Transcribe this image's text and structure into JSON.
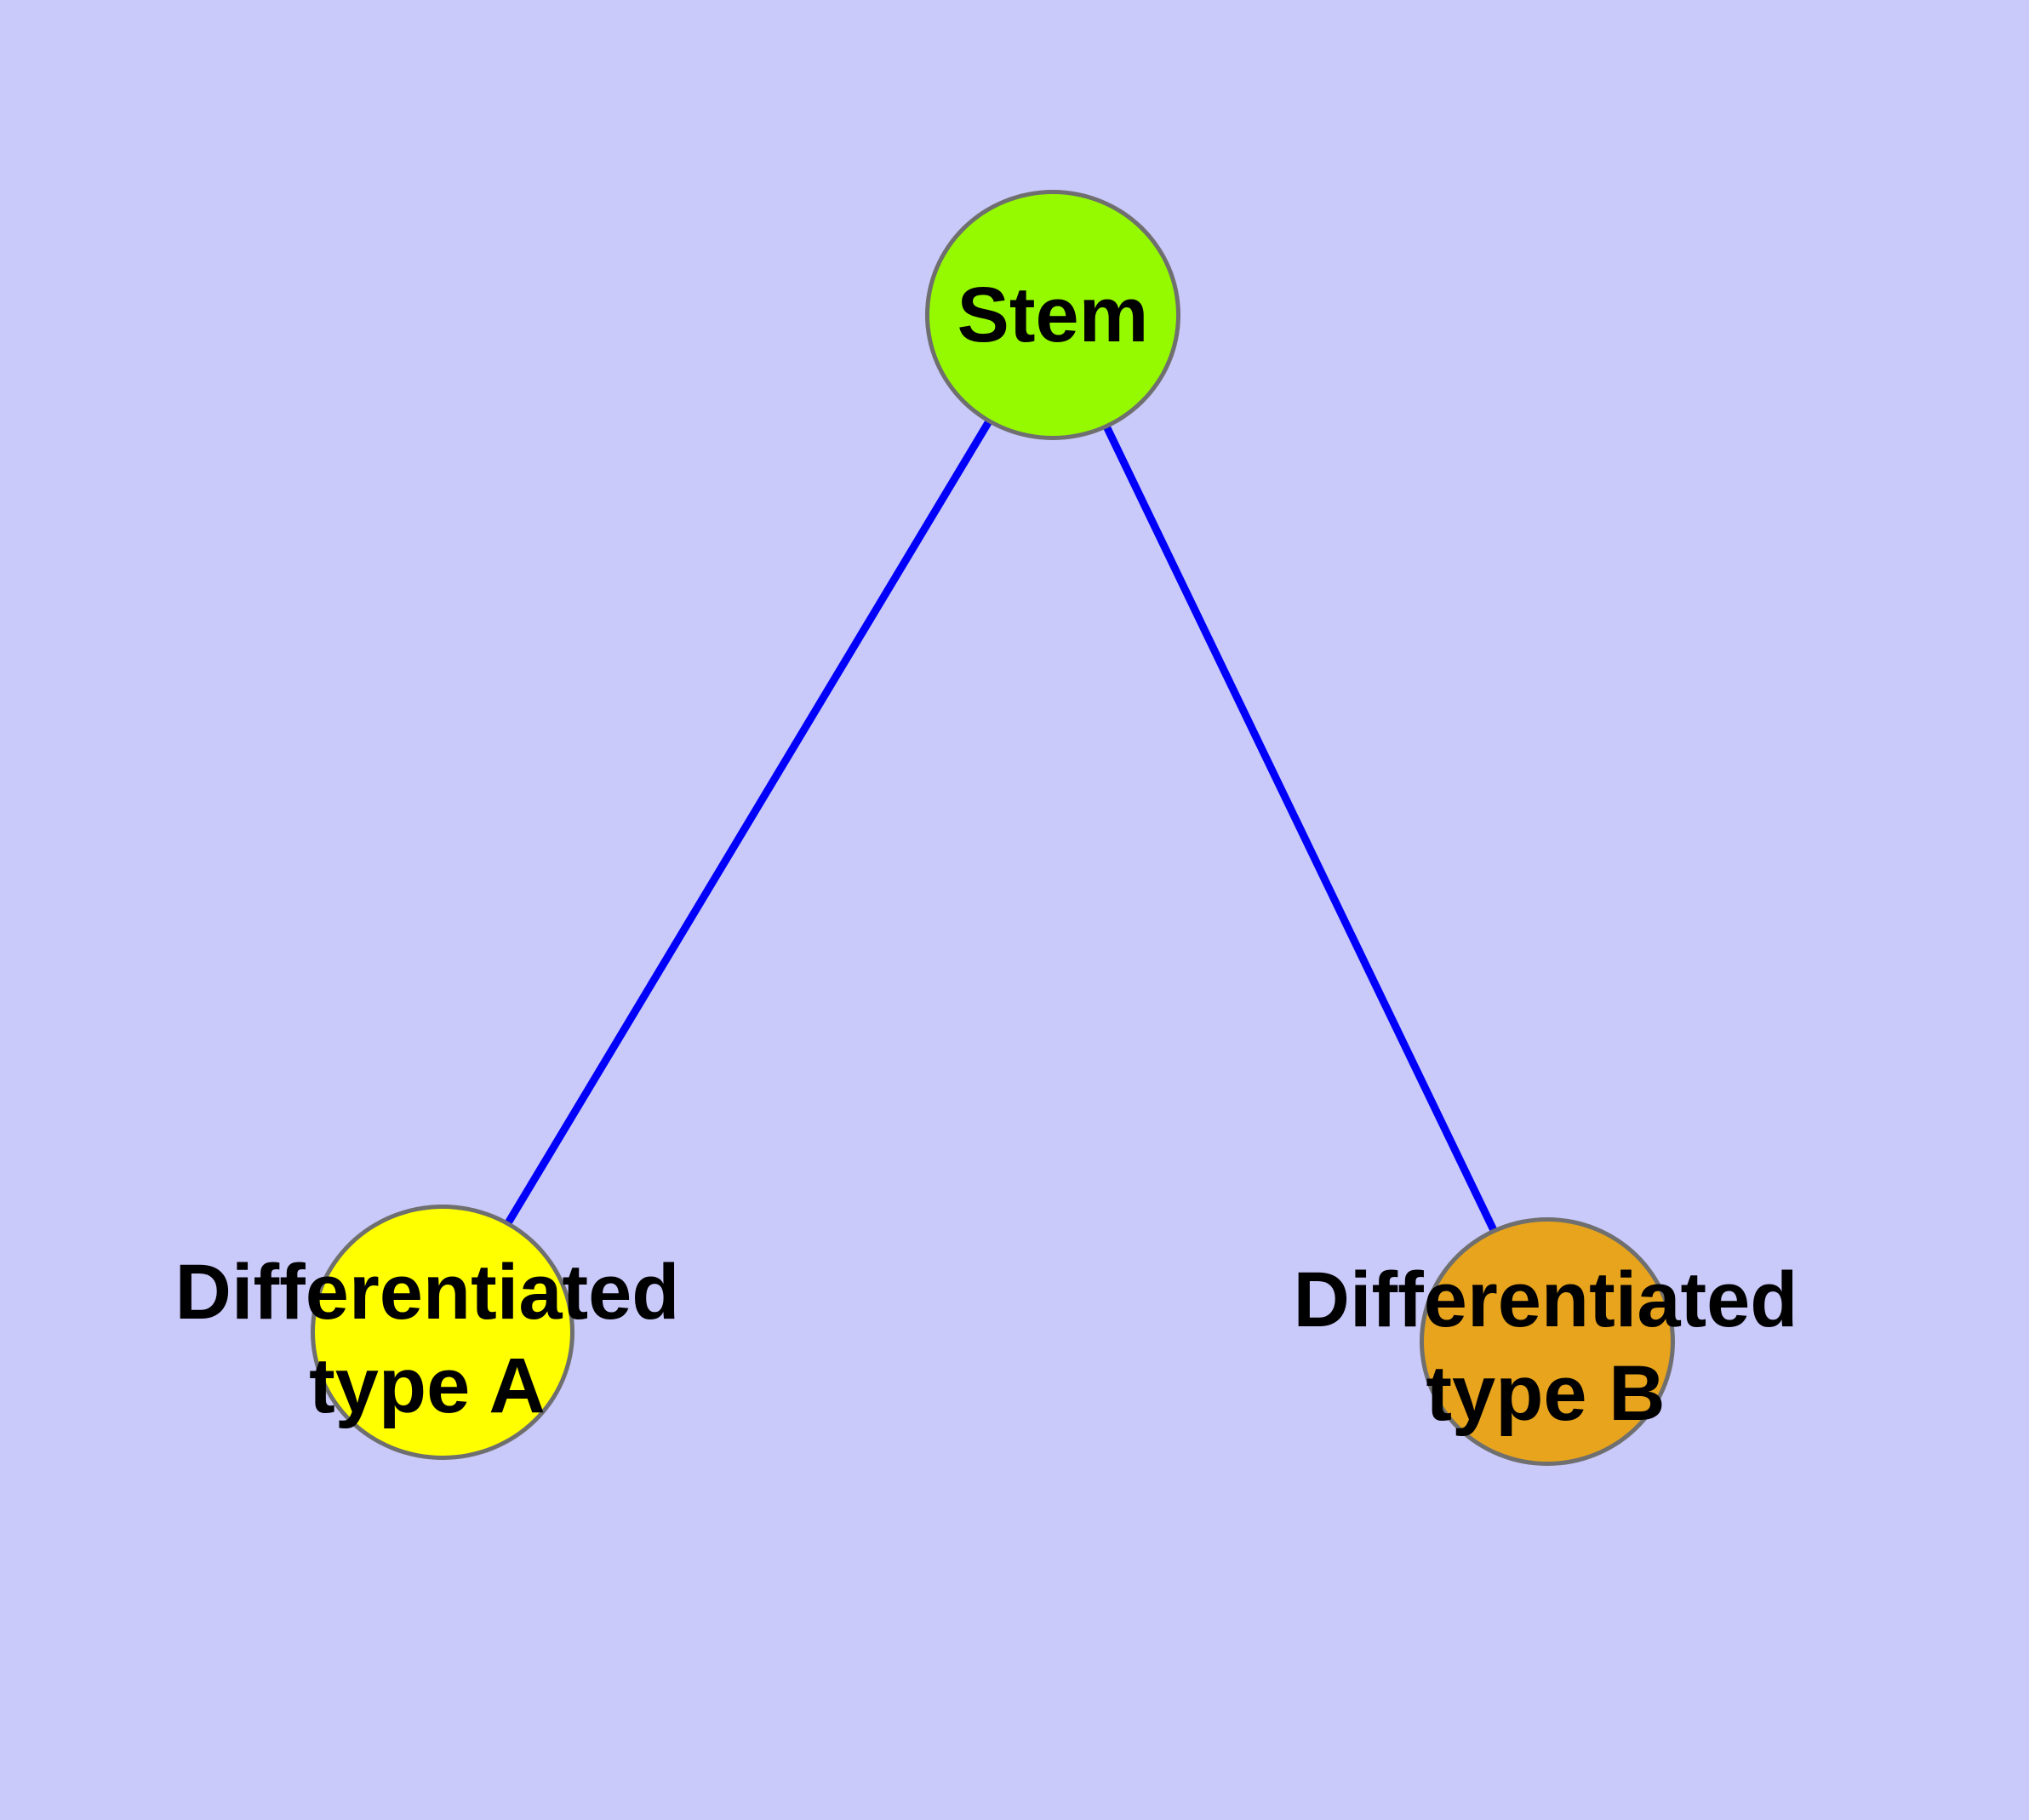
{
  "diagram": {
    "background_color": "#C9C9FA",
    "node_border_color": "#6F6F6F",
    "text_color": "#000000",
    "nodes": {
      "stem": {
        "label": "Stem",
        "fill": "#95FA00"
      },
      "type_a": {
        "line1": "Differentiated",
        "line2": "type A",
        "fill": "#FFFF00"
      },
      "type_b": {
        "line1": "Differentiated",
        "line2": "type B",
        "fill": "#E8A41C"
      }
    },
    "edges": {
      "stem_to_type_a": {
        "color": "#0000FA"
      },
      "stem_to_type_b": {
        "color": "#0000FA"
      }
    }
  }
}
